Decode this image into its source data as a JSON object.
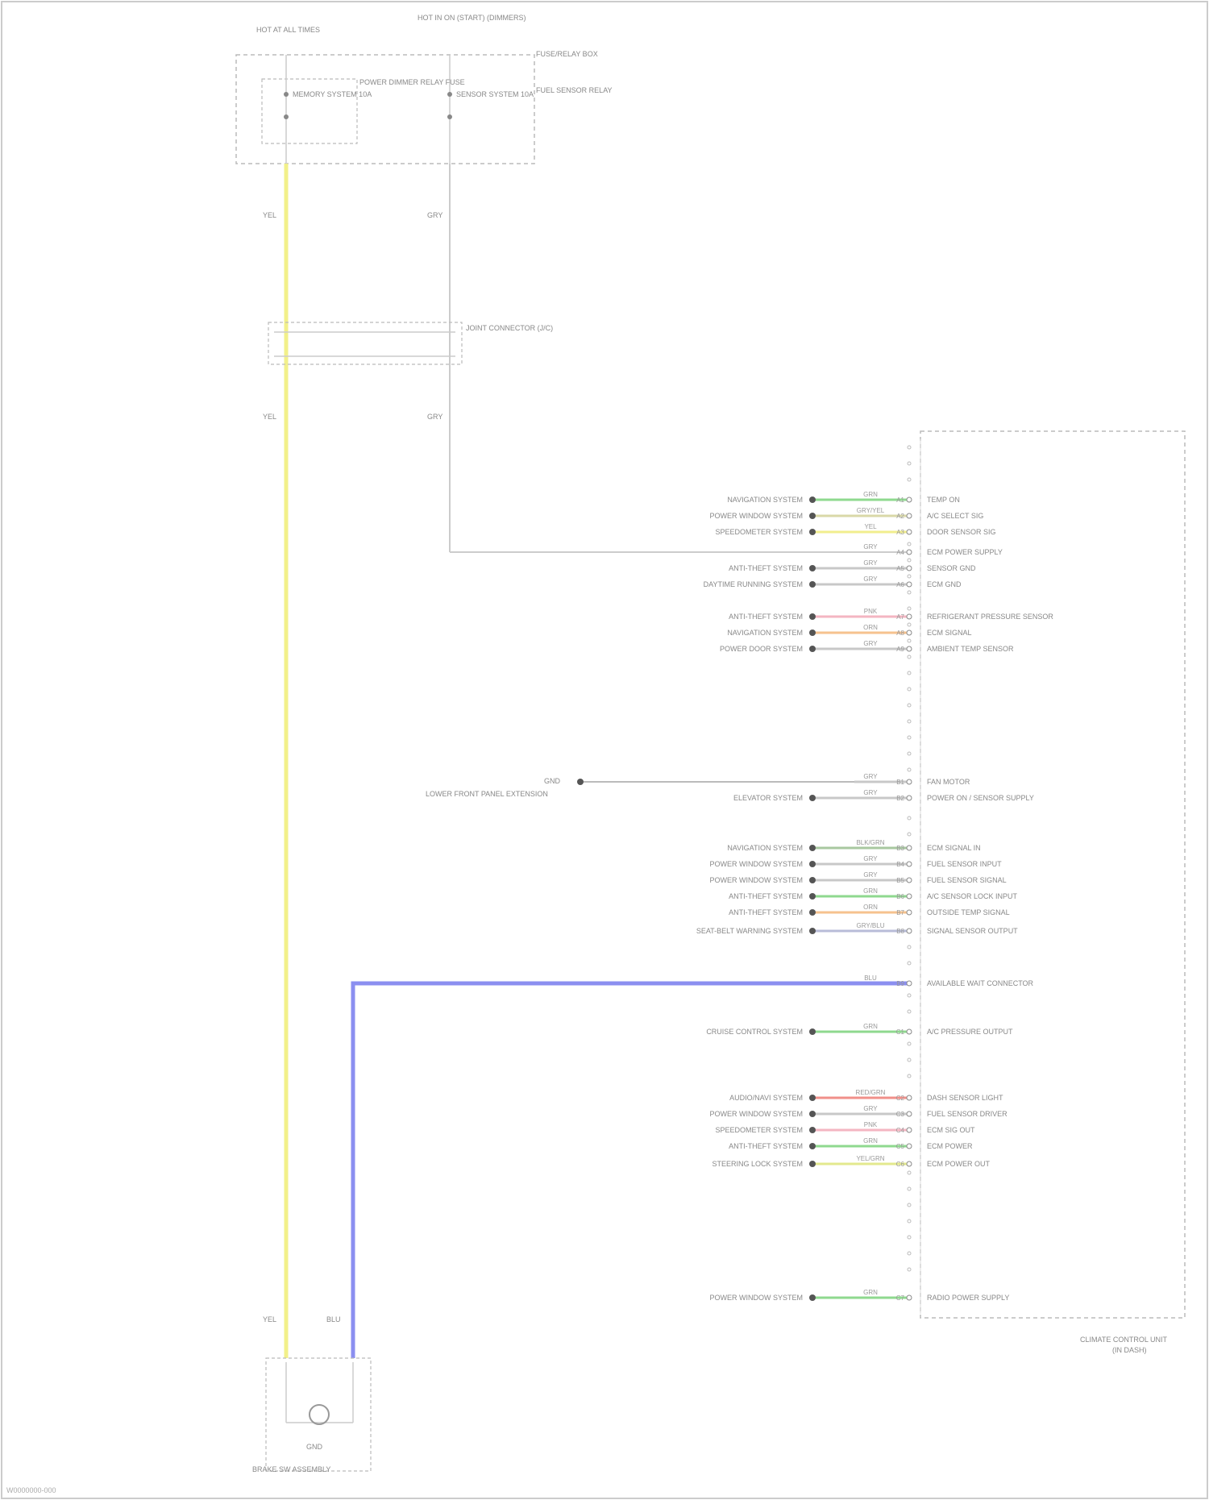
{
  "diagram": {
    "footer_code": "W0000000-000",
    "fuse_labels": {
      "left_top": "HOT AT ALL TIMES",
      "right_top": "HOT IN ON (START) (DIMMERS)",
      "box_name": "FUSE/RELAY BOX",
      "inner_relay": "POWER DIMMER RELAY FUSE",
      "fuse_a": "MEMORY SYSTEM 10A",
      "fuse_b": "SENSOR SYSTEM 10A",
      "right_relay": "FUEL SENSOR RELAY"
    },
    "wire_colors_left": [
      "YEL",
      "YEL",
      "YEL"
    ],
    "wire_colors_right": [
      "GRY",
      "GRY"
    ],
    "connector_label": "JOINT CONNECTOR (J/C)",
    "ground_label": "GND",
    "ground_name": "BRAKE SW ASSEMBLY",
    "blu_label": "BLU",
    "ecm_name": "CLIMATE CONTROL UNIT",
    "ecm_sub": "(IN DASH)",
    "left_system_label": "LOWER FRONT PANEL EXTENSION",
    "gnd_label": "GND",
    "rows": [
      {
        "system": "NAVIGATION SYSTEM",
        "wire": "GRN",
        "pin": "A1",
        "function": "TEMP ON"
      },
      {
        "system": "POWER WINDOW SYSTEM",
        "wire": "GRY/YEL",
        "pin": "A2",
        "function": "A/C SELECT SIG"
      },
      {
        "system": "SPEEDOMETER SYSTEM",
        "wire": "YEL",
        "pin": "A3",
        "function": "DOOR SENSOR SIG"
      },
      {
        "system": "",
        "wire": "GRY",
        "pin": "A4",
        "function": "ECM POWER SUPPLY"
      },
      {
        "system": "ANTI-THEFT SYSTEM",
        "wire": "GRY",
        "pin": "A5",
        "function": "SENSOR GND"
      },
      {
        "system": "DAYTIME RUNNING SYSTEM",
        "wire": "GRY",
        "pin": "A6",
        "function": "ECM GND"
      },
      {
        "system": "ANTI-THEFT SYSTEM",
        "wire": "PNK",
        "pin": "A7",
        "function": "REFRIGERANT PRESSURE SENSOR"
      },
      {
        "system": "NAVIGATION SYSTEM",
        "wire": "ORN",
        "pin": "A8",
        "function": "ECM SIGNAL"
      },
      {
        "system": "POWER DOOR SYSTEM",
        "wire": "GRY",
        "pin": "A9",
        "function": "AMBIENT TEMP SENSOR"
      },
      {
        "system": "",
        "wire": "GRY",
        "pin": "B1",
        "function": "FAN MOTOR"
      },
      {
        "system": "ELEVATOR SYSTEM",
        "wire": "GRY",
        "pin": "B2",
        "function": "POWER ON / SENSOR SUPPLY"
      },
      {
        "system": "NAVIGATION SYSTEM",
        "wire": "BLK/GRN",
        "pin": "B3",
        "function": "ECM SIGNAL IN"
      },
      {
        "system": "POWER WINDOW SYSTEM",
        "wire": "GRY",
        "pin": "B4",
        "function": "FUEL SENSOR INPUT"
      },
      {
        "system": "POWER WINDOW SYSTEM",
        "wire": "GRY",
        "pin": "B5",
        "function": "FUEL SENSOR SIGNAL"
      },
      {
        "system": "ANTI-THEFT SYSTEM",
        "wire": "GRN",
        "pin": "B6",
        "function": "A/C SENSOR LOCK INPUT"
      },
      {
        "system": "ANTI-THEFT SYSTEM",
        "wire": "ORN",
        "pin": "B7",
        "function": "OUTSIDE TEMP SIGNAL"
      },
      {
        "system": "SEAT-BELT WARNING SYSTEM",
        "wire": "GRY/BLU",
        "pin": "B8",
        "function": "SIGNAL SENSOR OUTPUT"
      },
      {
        "system": "",
        "wire": "BLU",
        "pin": "B9",
        "function": "AVAILABLE WAIT CONNECTOR"
      },
      {
        "system": "CRUISE CONTROL SYSTEM",
        "wire": "GRN",
        "pin": "C1",
        "function": "A/C PRESSURE OUTPUT"
      },
      {
        "system": "AUDIO/NAVI SYSTEM",
        "wire": "RED/GRN",
        "pin": "C2",
        "function": "DASH SENSOR LIGHT"
      },
      {
        "system": "POWER WINDOW SYSTEM",
        "wire": "GRY",
        "pin": "C3",
        "function": "FUEL SENSOR DRIVER"
      },
      {
        "system": "SPEEDOMETER SYSTEM",
        "wire": "PNK",
        "pin": "C4",
        "function": "ECM SIG OUT"
      },
      {
        "system": "ANTI-THEFT SYSTEM",
        "wire": "GRN",
        "pin": "C5",
        "function": "ECM POWER"
      },
      {
        "system": "STEERING LOCK SYSTEM",
        "wire": "YEL/GRN",
        "pin": "C6",
        "function": "ECM POWER OUT"
      },
      {
        "system": "POWER WINDOW SYSTEM",
        "wire": "GRN",
        "pin": "C7",
        "function": "RADIO POWER SUPPLY"
      }
    ]
  }
}
